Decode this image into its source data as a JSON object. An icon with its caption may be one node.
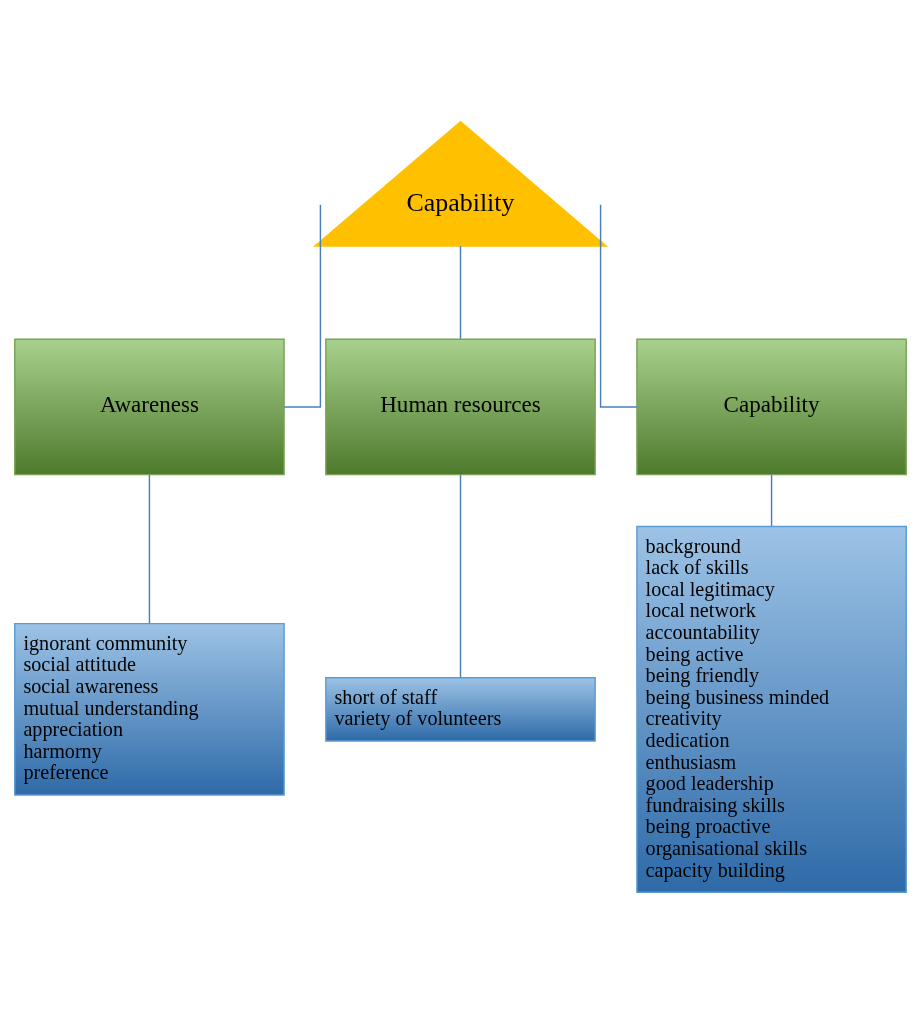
{
  "diagram": {
    "nodes": [
      {
        "text": [
          "Capability"
        ]
      },
      {
        "text": [
          "Awareness"
        ]
      },
      {
        "text": [
          "Human resources"
        ]
      },
      {
        "text": [
          "Capability"
        ]
      },
      {
        "text": [
          "ignorant community",
          "social attitude",
          "social awareness",
          "mutual understanding",
          "appreciation",
          "harmorny",
          "preference"
        ]
      },
      {
        "text": [
          "short of staff",
          "variety of volunteers"
        ]
      },
      {
        "text": [
          "background",
          "lack of skills",
          "local legitimacy",
          "local network",
          "accountability",
          "being active",
          "being friendly",
          "being business minded",
          "creativity",
          "dedication",
          "enthusiasm",
          "good leadership",
          "fundraising skills",
          "being proactive",
          "organisational skills",
          "capacity building"
        ]
      }
    ],
    "edges": [
      {
        "from": 0,
        "to": 1,
        "arrow": "none"
      },
      {
        "from": 0,
        "to": 2,
        "arrow": "none"
      },
      {
        "from": 0,
        "to": 3,
        "arrow": "none"
      },
      {
        "from": 1,
        "to": 4,
        "arrow": "none"
      },
      {
        "from": 2,
        "to": 5,
        "arrow": "none"
      },
      {
        "from": 3,
        "to": 6,
        "arrow": "none"
      }
    ]
  }
}
